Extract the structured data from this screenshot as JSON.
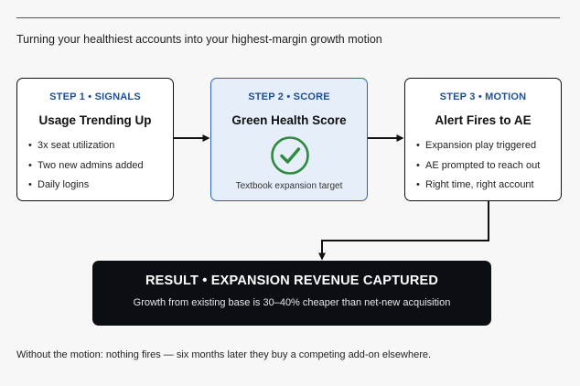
{
  "subtitle": "Turning your healthiest accounts into your highest-margin growth motion",
  "steps": [
    {
      "label": "STEP 1 • SIGNALS",
      "title": "Usage Trending Up",
      "bullets": [
        "3x seat utilization",
        "Two new admins added",
        "Daily logins"
      ]
    },
    {
      "label": "STEP 2 • SCORE",
      "title": "Green Health Score",
      "caption": "Textbook expansion target",
      "icon": "checkmark-circle-icon"
    },
    {
      "label": "STEP 3 • MOTION",
      "title": "Alert Fires to AE",
      "bullets": [
        "Expansion play triggered",
        "AE prompted to reach out",
        "Right time, right account"
      ]
    }
  ],
  "result": {
    "title": "RESULT • EXPANSION REVENUE CAPTURED",
    "subtitle": "Growth from existing base is 30–40% cheaper than net-new acquisition"
  },
  "footnote": "Without the motion: nothing fires — six months later they buy a competing add-on elsewhere.",
  "colors": {
    "accent_blue": "#1e4f9c",
    "highlight_fill": "#e6eef9",
    "highlight_border": "#2d63b4",
    "check_green": "#2e8b3e",
    "result_bg": "#0b0f14"
  }
}
